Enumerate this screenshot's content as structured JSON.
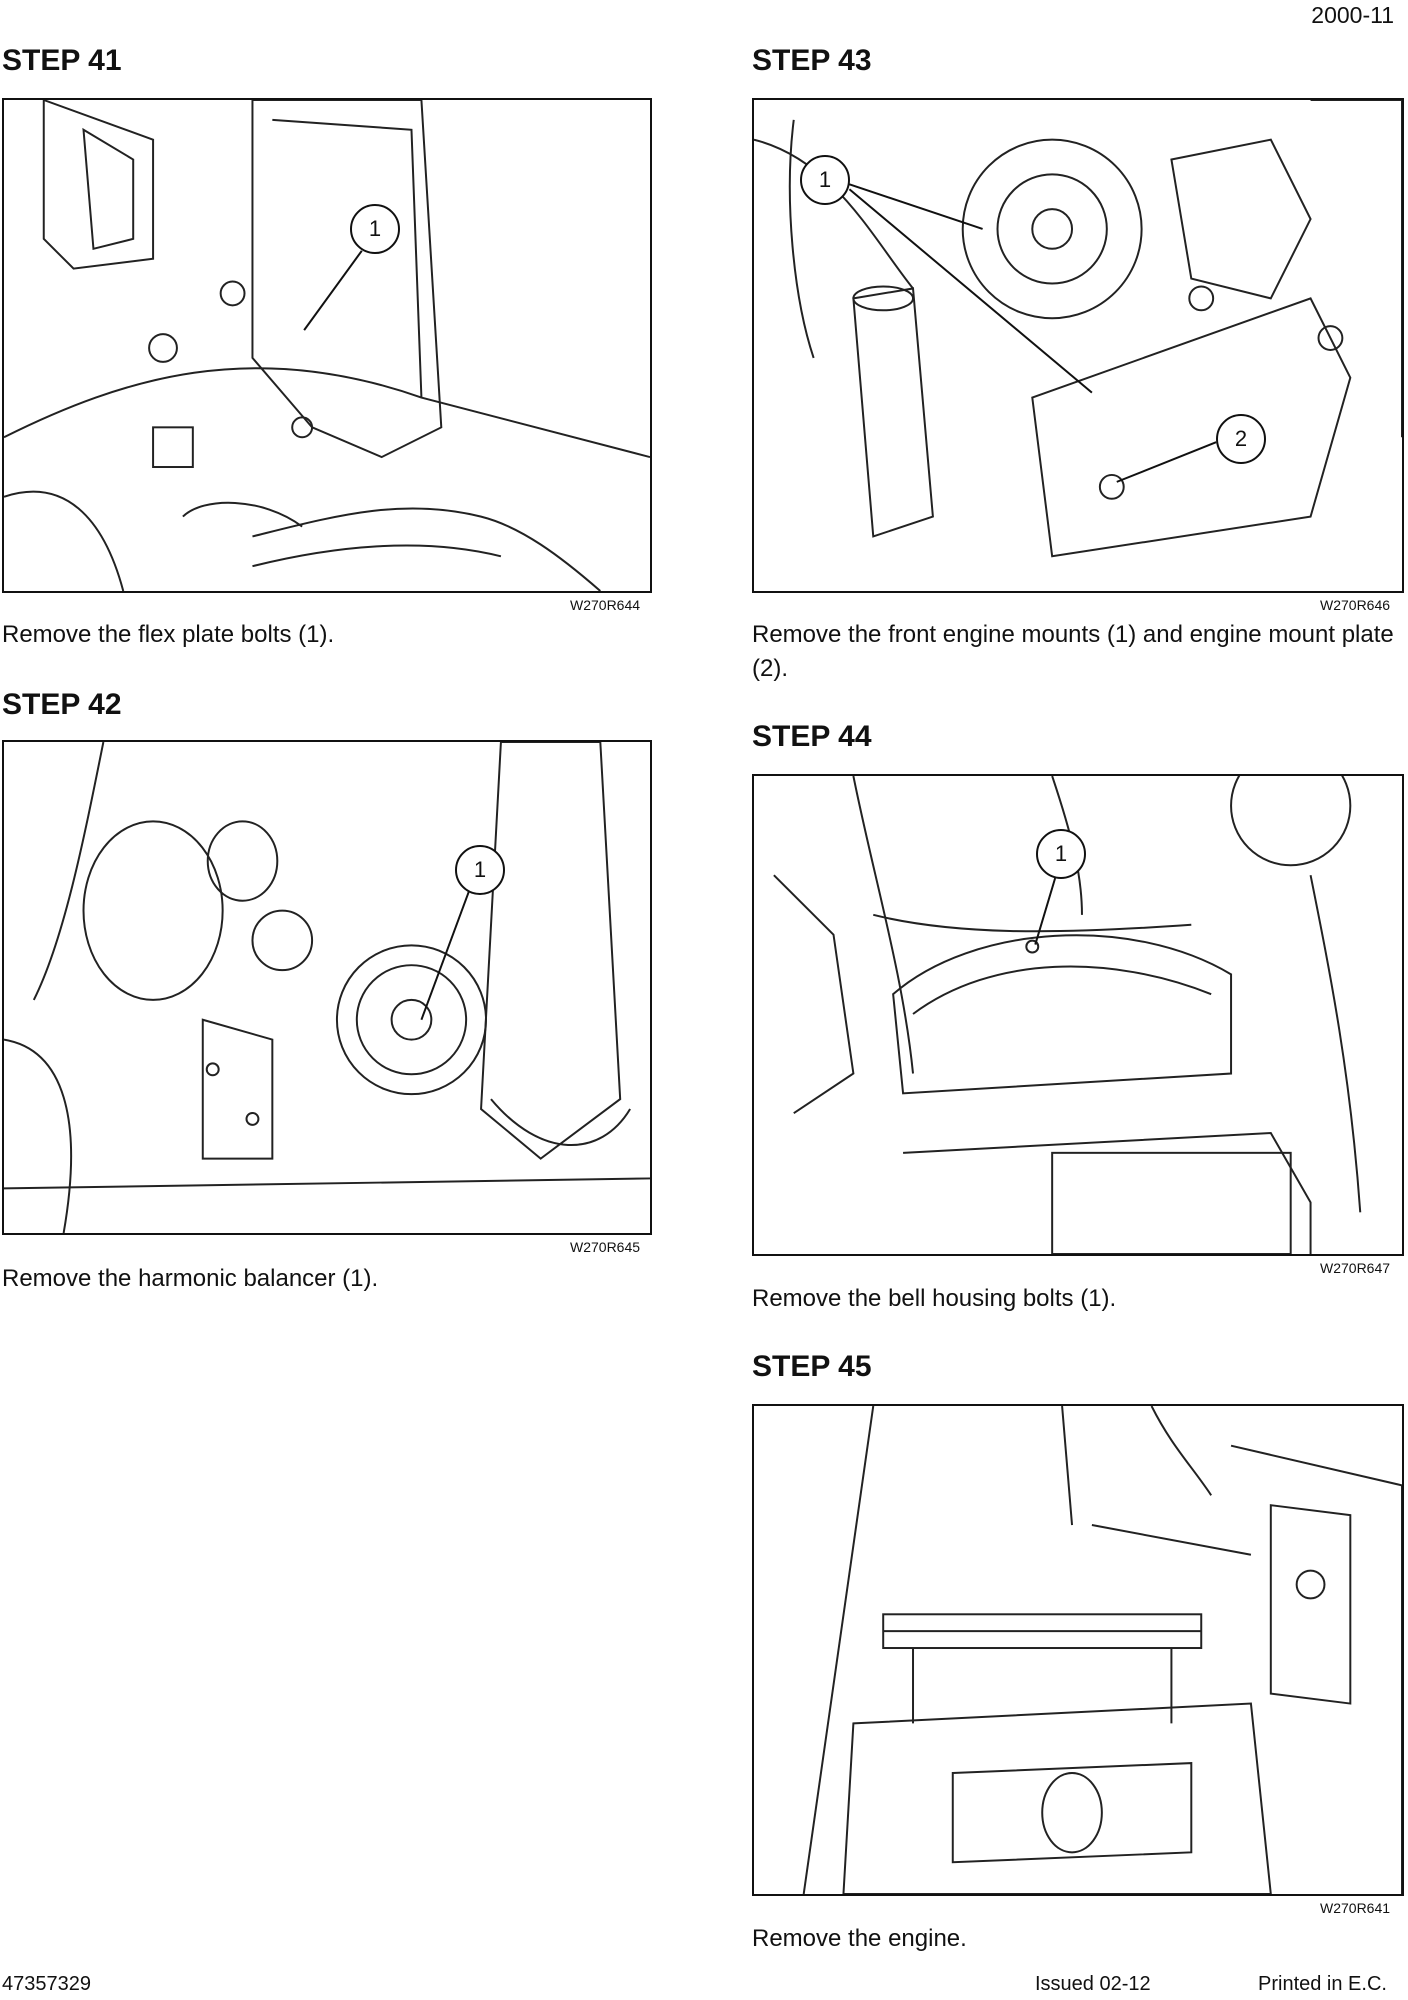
{
  "page": {
    "number": "2000-11"
  },
  "steps": [
    {
      "title": "STEP 41",
      "code": "W270R644",
      "caption": "Remove the flex plate bolts (1).",
      "callouts": [
        "1"
      ]
    },
    {
      "title": "STEP 42",
      "code": "W270R645",
      "caption": "Remove the harmonic balancer (1).",
      "callouts": [
        "1"
      ]
    },
    {
      "title": "STEP 43",
      "code": "W270R646",
      "caption": "Remove the front engine mounts (1) and engine mount plate (2).",
      "callouts": [
        "1",
        "2"
      ]
    },
    {
      "title": "STEP 44",
      "code": "W270R647",
      "caption": "Remove the bell housing bolts (1).",
      "callouts": [
        "1"
      ]
    },
    {
      "title": "STEP 45",
      "code": "W270R641",
      "caption": "Remove the engine.",
      "callouts": []
    }
  ],
  "footer": {
    "part_number": "47357329",
    "issued": "Issued 02-12",
    "printed": "Printed in E.C."
  }
}
